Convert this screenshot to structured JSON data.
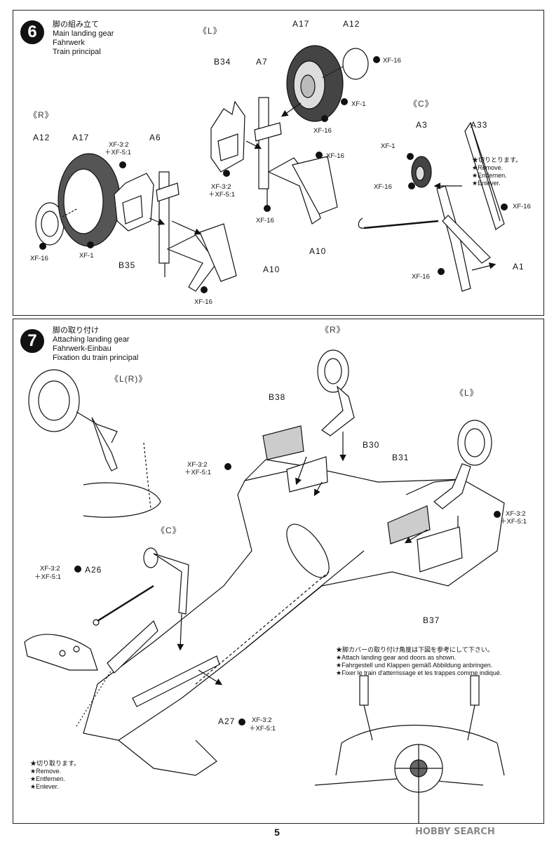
{
  "step6": {
    "number": "6",
    "title_jp": "脚の組み立て",
    "title_en": "Main landing gear",
    "title_de": "Fahrwerk",
    "title_fr": "Train principal",
    "sub_l": "《L》",
    "sub_r": "《R》",
    "sub_c": "《C》",
    "labels": {
      "a17_l": "A17",
      "a12_l": "A12",
      "b34": "B34",
      "a7": "A7",
      "a12_r": "A12",
      "a17_r": "A17",
      "a6": "A6",
      "b35": "B35",
      "a10_mid": "A10",
      "a10_bottom": "A10",
      "a3": "A3",
      "a33": "A33",
      "a1": "A1"
    },
    "paint": {
      "xf16_a12": "XF-16",
      "xf1_l": "XF-1",
      "xf16_tire_l": "XF-16",
      "xf16_a10l": "XF-16",
      "xf3_l": "XF-3:2",
      "xf5_l": "＋XF-5:1",
      "xf16_b34": "XF-16",
      "xf3_r": "XF-3:2",
      "xf5_r": "＋XF-5:1",
      "xf16_r_wheel": "XF-16",
      "xf1_r": "XF-1",
      "xf16_r_bottom": "XF-16",
      "xf1_c": "XF-1",
      "xf16_c_left": "XF-16",
      "xf16_c_right": "XF-16",
      "xf16_c_bottom": "XF-16"
    },
    "remove_note": [
      "★切りとります。",
      "★Remove.",
      "★Entfernen.",
      "★Enlever."
    ]
  },
  "step7": {
    "number": "7",
    "title_jp": "脚の取り付け",
    "title_en": "Attaching landing gear",
    "title_de": "Fahrwerk-Einbau",
    "title_fr": "Fixation du train principal",
    "sub_lr": "《L(R)》",
    "sub_r": "《R》",
    "sub_l": "《L》",
    "sub_c": "《C》",
    "labels": {
      "b38": "B38",
      "b30": "B30",
      "b31": "B31",
      "b37": "B37",
      "a26": "A26",
      "a27": "A27"
    },
    "paint": {
      "xf3_b38": "XF-3:2",
      "xf5_b38": "＋XF-5:1",
      "xf3_b31": "XF-3:2",
      "xf5_b31": "＋XF-5:1",
      "xf3_a26": "XF-3:2",
      "xf5_a26": "＋XF-5:1",
      "xf3_a27": "XF-3:2",
      "xf5_a27": "＋XF-5:1"
    },
    "attach_note": [
      "★脚カバーの取り付け角度は下図を参考にして下さい。",
      "★Attach landing gear and doors as shown.",
      "★Fahrgestell und Klappen gemäß Abbildung anbringen.",
      "★Fixer le train d'atterrissage et les trappes comme indiqué."
    ],
    "remove_note": [
      "★切り取ります。",
      "★Remove.",
      "★Entfernen.",
      "★Enlever."
    ]
  },
  "footer": {
    "page_number": "5",
    "watermark": "HOBBY SEARCH"
  }
}
